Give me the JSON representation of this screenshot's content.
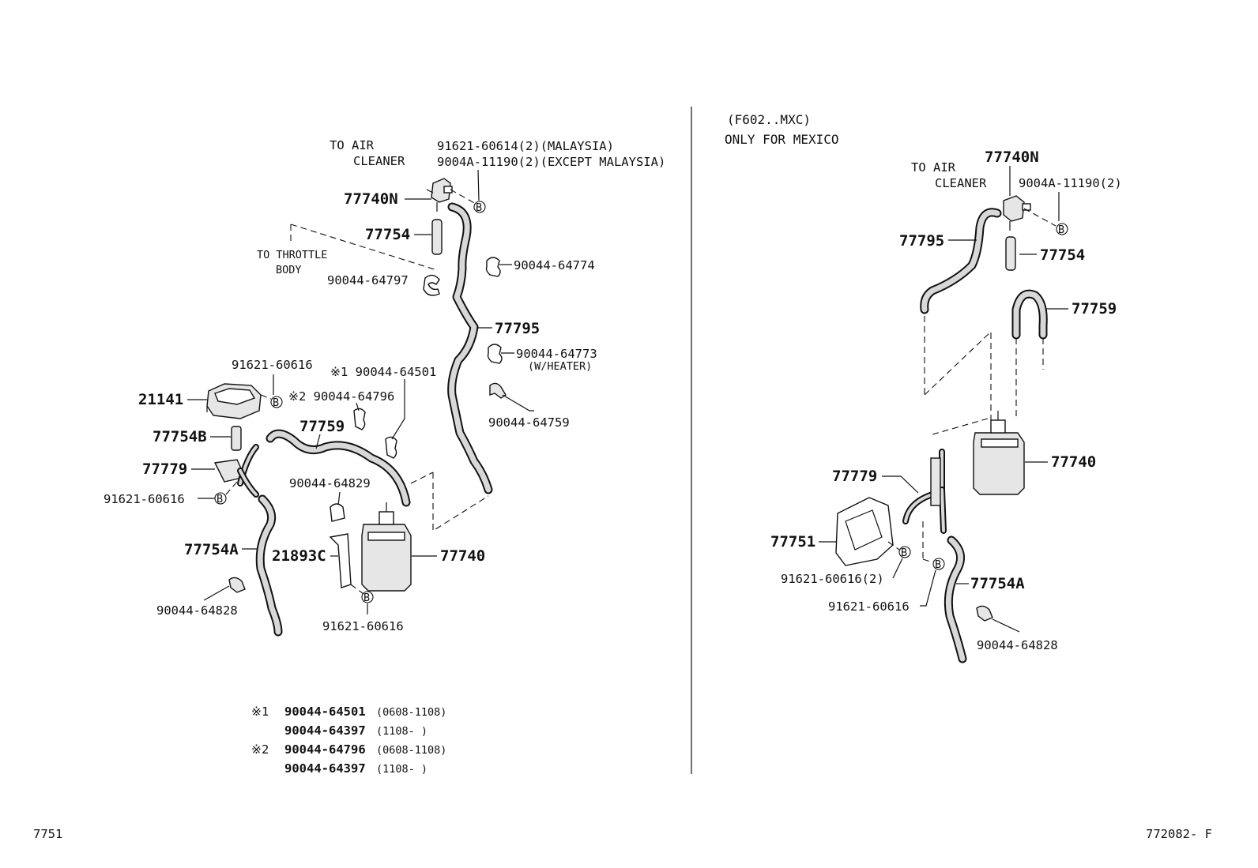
{
  "diagram": {
    "left_section": {
      "labels": {
        "to_air_cleaner_1": "TO AIR",
        "to_air_cleaner_2": "CLEANER",
        "to_throttle_1": "TO THROTTLE",
        "to_throttle_2": "BODY",
        "p91621_60614": "91621-60614(2)(MALAYSIA)",
        "p9004A_11190": "9004A-11190(2)(EXCEPT MALAYSIA)",
        "p77740N": "77740N",
        "p77754": "77754",
        "p90044_64797": "90044-64797",
        "p90044_64774": "90044-64774",
        "p77795": "77795",
        "p90044_64773": "90044-64773",
        "w_heater": "(W/HEATER)",
        "p90044_64759": "90044-64759",
        "p91621_60616_top": "91621-60616",
        "mark1_label": "※1 90044-64501",
        "mark2_label": "※2 90044-64796",
        "p21141": "21141",
        "p77754B": "77754B",
        "p77759": "77759",
        "p77779": "77779",
        "p91621_60616_mid": "91621-60616",
        "p90044_64829": "90044-64829",
        "p77754A": "77754A",
        "p21893C": "21893C",
        "p77740": "77740",
        "p90044_64828": "90044-64828",
        "p91621_60616_bottom": "91621-60616",
        "bolt_letter": "B"
      },
      "footnotes": [
        {
          "mark": "※1",
          "part": "90044-64501",
          "range": "(0608-1108)"
        },
        {
          "mark": "",
          "part": "90044-64397",
          "range": "(1108-    )"
        },
        {
          "mark": "※2",
          "part": "90044-64796",
          "range": "(0608-1108)"
        },
        {
          "mark": "",
          "part": "90044-64397",
          "range": "(1108-    )"
        }
      ]
    },
    "right_section": {
      "labels": {
        "variant_code": "(F602..MXC)",
        "variant_note": "ONLY FOR MEXICO",
        "p77740N": "77740N",
        "to_air_cleaner_1": "TO AIR",
        "to_air_cleaner_2": "CLEANER",
        "p9004A_11190": "9004A-11190(2)",
        "p77795": "77795",
        "p77754": "77754",
        "p77759": "77759",
        "p77740": "77740",
        "p77779": "77779",
        "p77751": "77751",
        "p91621_60616_2": "91621-60616(2)",
        "p91621_60616": "91621-60616",
        "p77754A": "77754A",
        "p90044_64828": "90044-64828",
        "bolt_letter": "B"
      }
    },
    "footer": {
      "page_ref": "7751",
      "drawing_code": "772082- F"
    }
  }
}
